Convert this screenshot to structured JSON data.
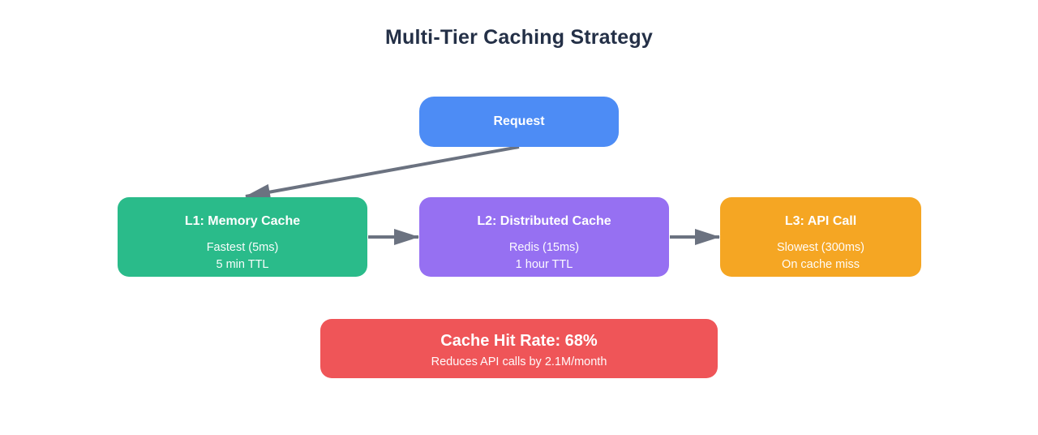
{
  "title": "Multi-Tier Caching Strategy",
  "colors": {
    "title": "#243047",
    "arrow": "#6b7280",
    "blue": "#4d8cf5",
    "green": "#2abb8a",
    "purple": "#9670f2",
    "orange": "#f5a623",
    "red": "#ef5558"
  },
  "nodes": {
    "request": {
      "label": "Request",
      "color": "#4d8cf5"
    },
    "l1": {
      "title": "L1: Memory Cache",
      "detail1": "Fastest (5ms)",
      "detail2": "5 min TTL",
      "color": "#2abb8a"
    },
    "l2": {
      "title": "L2: Distributed Cache",
      "detail1": "Redis (15ms)",
      "detail2": "1 hour TTL",
      "color": "#9670f2"
    },
    "l3": {
      "title": "L3: API Call",
      "detail1": "Slowest (300ms)",
      "detail2": "On cache miss",
      "color": "#f5a623"
    }
  },
  "summary": {
    "title": "Cache Hit Rate: 68%",
    "subtitle": "Reduces API calls by 2.1M/month",
    "color": "#ef5558"
  },
  "edges": [
    {
      "from": "Request",
      "to": "L1: Memory Cache"
    },
    {
      "from": "L1: Memory Cache",
      "to": "L2: Distributed Cache"
    },
    {
      "from": "L2: Distributed Cache",
      "to": "L3: API Call"
    }
  ]
}
